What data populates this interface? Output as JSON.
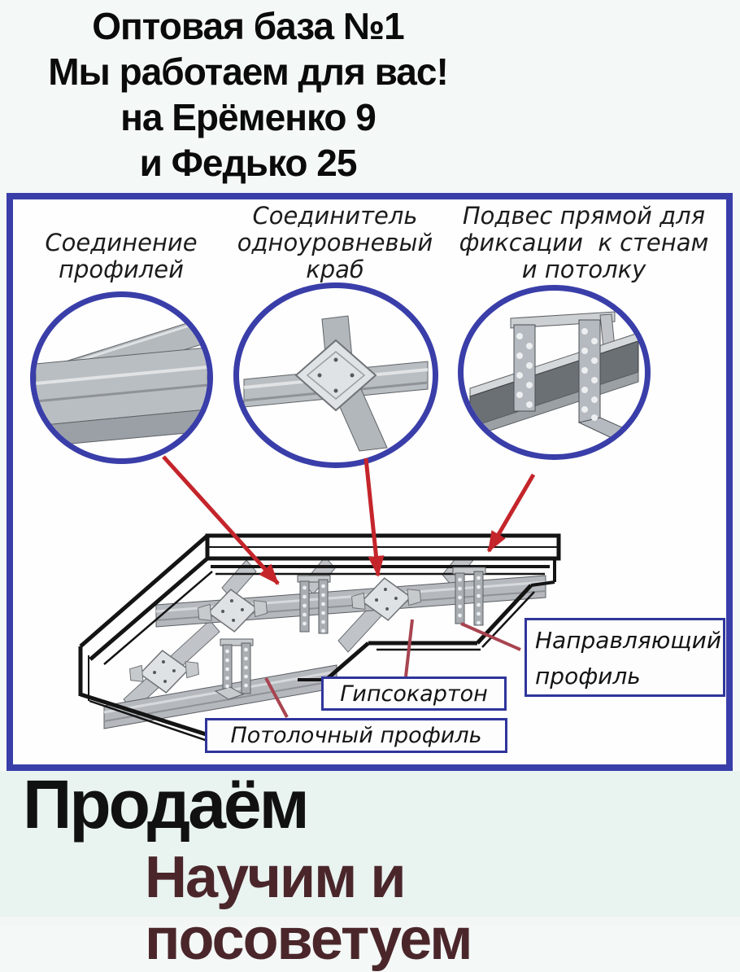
{
  "header": {
    "line1": "Оптовая база №1",
    "line2": "Мы работаем для вас!",
    "line3": "на Ерёменко 9",
    "line4": "и Федько 25"
  },
  "diagram": {
    "label_connection": {
      "line1": "Соединение",
      "line2": "профилей"
    },
    "label_crab": {
      "line1": "Соединитель",
      "line2": "одноуровневый",
      "line3": "краб"
    },
    "label_hanger": {
      "line1": "Подвес прямой для",
      "line2": "фиксации  к стенам",
      "line3": "и потолку"
    },
    "icons": [
      "profile-connection-photo",
      "crab-connector-photo",
      "direct-hanger-photo"
    ],
    "callout_guide": {
      "line1": "Направляющий",
      "line2": "профиль"
    },
    "callout_drywall": "Гипсокартон",
    "callout_ceiling": "Потолочный профиль"
  },
  "footer": {
    "sell": "Продаём",
    "teach": "Научим и посоветуем"
  },
  "colors": {
    "frame_blue": "#3a3ea9",
    "callout_navy": "#2f359b",
    "arrow_red": "#c4252b",
    "pointer_red": "#a84450",
    "maroon_text": "#4a262b",
    "bg_top": "#f4f8f6",
    "bg_bottom": "#e9f3f0",
    "profile_gray": "#b9bec2"
  }
}
